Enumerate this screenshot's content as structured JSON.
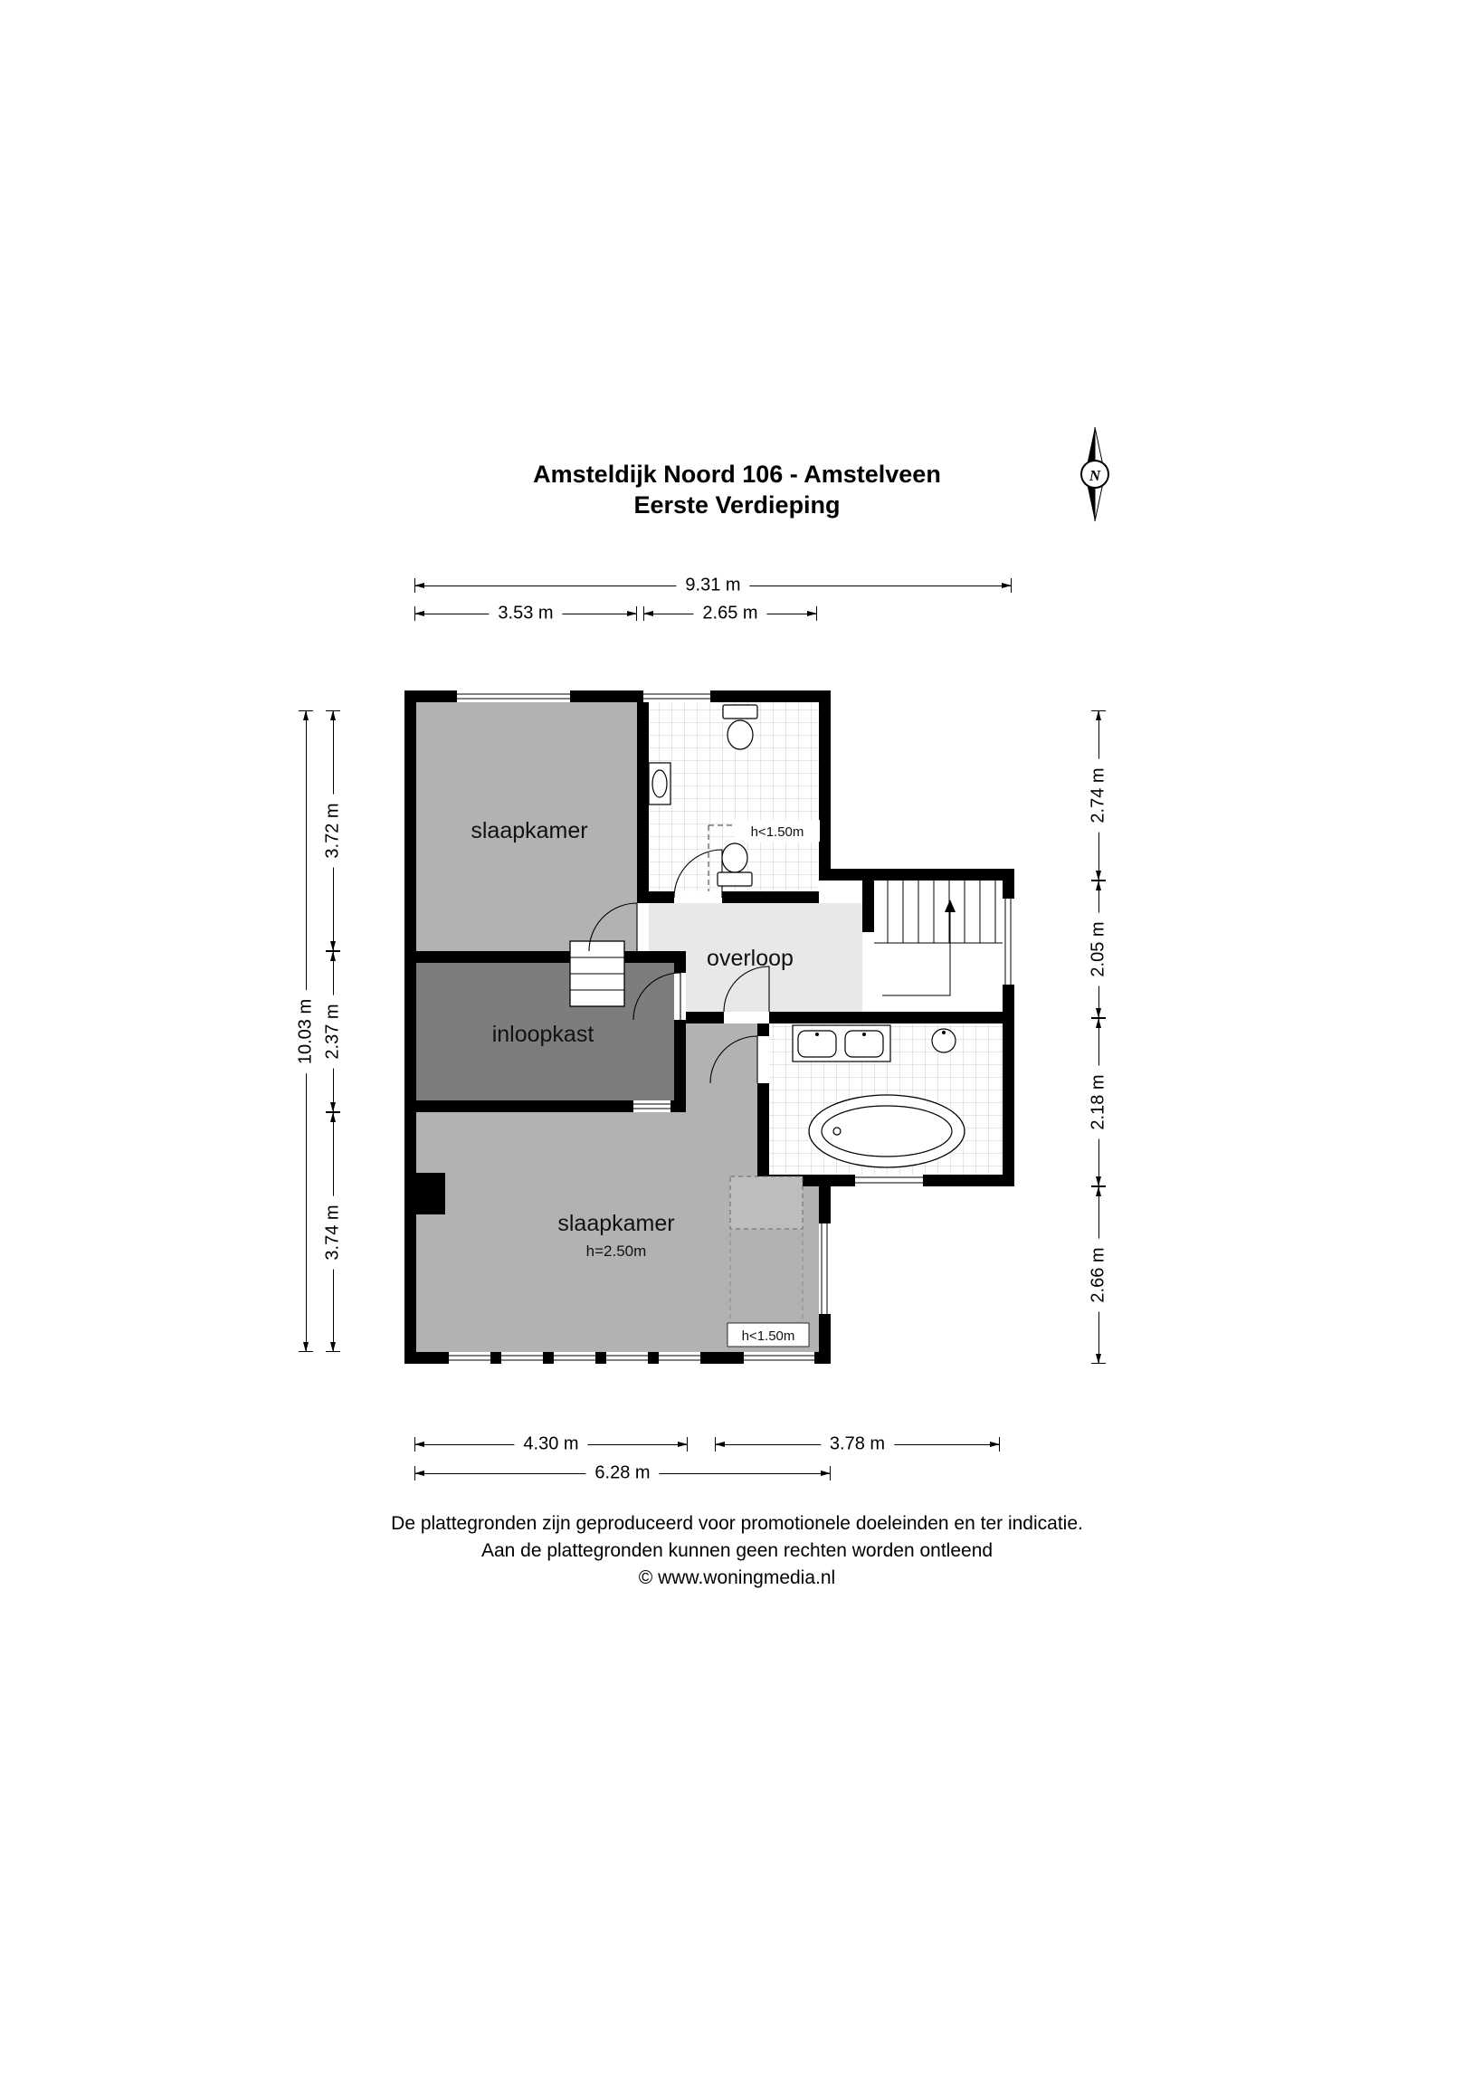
{
  "title": {
    "line1": "Amsteldijk Noord 106 - Amstelveen",
    "line2": "Eerste Verdieping"
  },
  "compass": {
    "label": "N"
  },
  "plan": {
    "rooms": {
      "bedroom_top": {
        "label": "slaapkamer"
      },
      "bathroom_top": {
        "note": "h<1.50m"
      },
      "landing": {
        "label": "overloop"
      },
      "closet": {
        "label": "inloopkast"
      },
      "bedroom_bottom": {
        "label": "slaapkamer",
        "height": "h=2.50m",
        "note": "h<1.50m"
      }
    }
  },
  "dimensions": {
    "top_total": "9.31 m",
    "top_left": "3.53 m",
    "top_right": "2.65 m",
    "left_total": "10.03 m",
    "left_1": "3.72 m",
    "left_2": "2.37 m",
    "left_3": "3.74 m",
    "right_1": "2.74 m",
    "right_2": "2.05 m",
    "right_3": "2.18 m",
    "right_4": "2.66 m",
    "bottom_1": "4.30 m",
    "bottom_2": "3.78 m",
    "bottom_total": "6.28 m"
  },
  "footer": {
    "line1": "De plattegronden zijn geproduceerd voor promotionele doeleinden en ter indicatie.",
    "line2": "Aan de plattegronden kunnen geen rechten worden ontleend",
    "line3": "© www.woningmedia.nl"
  },
  "colors": {
    "wall": "#000000",
    "bedroom": "#b2b2b2",
    "closet": "#7d7d7d",
    "landing": "#e8e8e8",
    "tile_line": "#cccccc"
  }
}
